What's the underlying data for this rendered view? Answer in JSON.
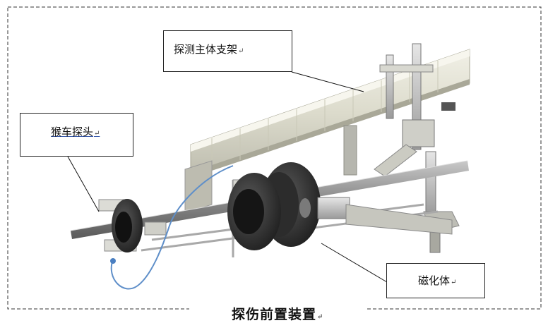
{
  "figure": {
    "caption": "探伤前置装置"
  },
  "labels": {
    "bracket": "探测主体支架",
    "probe": "猴车探头",
    "magnet": "磁化体"
  },
  "paragraph_mark": "↵"
}
